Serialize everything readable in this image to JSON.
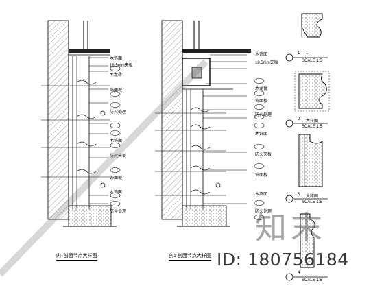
{
  "sections": {
    "left_caption": "内↑剖面节点大样图",
    "middle_caption": "剖1 剖面节点大样图"
  },
  "details": {
    "detail1": {
      "number": "1",
      "title": "1",
      "scale": "SCALE 1:5"
    },
    "detail2": {
      "number": "2",
      "title": "大样图",
      "scale": "SCALE 1:5"
    },
    "detail3": {
      "number": "3",
      "title": "大样图",
      "scale": "SCALE 1:5"
    },
    "detail4": {
      "number": "4",
      "title": "",
      "scale": "SCALE 1:5"
    }
  },
  "notes_left": {
    "n1": "木饰面",
    "n2": "18.5mm夹板",
    "n3": "木龙骨",
    "n4": "饰面板",
    "n5": "防火处理",
    "n6": "木饰面",
    "n7": "防火夹板",
    "n8": "饰面板",
    "n9": "木饰面",
    "n10": "防火处理"
  },
  "notes_mid": {
    "n1": "木饰面",
    "n2": "18.5mm夹板",
    "n3": "木龙骨",
    "n4": "饰面板",
    "n5": "防火处理",
    "n6": "木饰面",
    "n7": "防火夹板",
    "n8": "饰面板",
    "n9": "木饰面",
    "n10": "防火处理"
  },
  "watermark": {
    "brand": "知末",
    "id": "ID: 180756184"
  }
}
